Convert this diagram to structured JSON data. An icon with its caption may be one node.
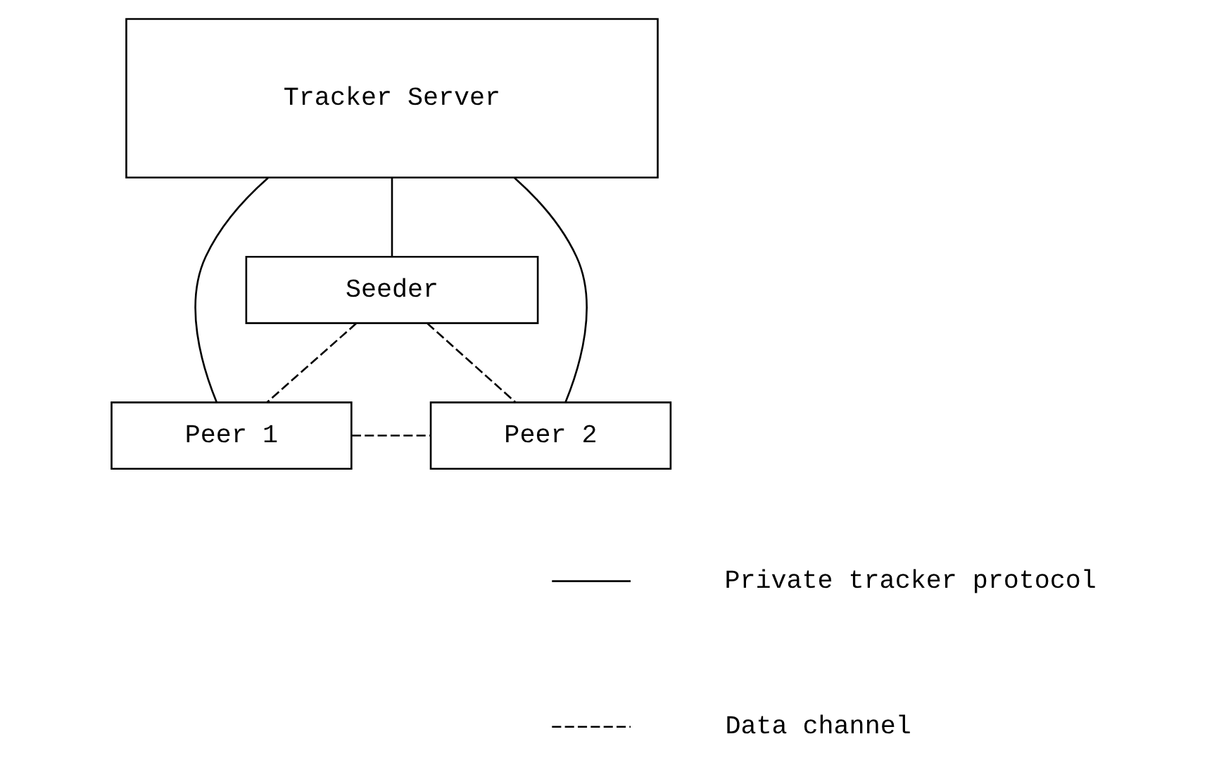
{
  "diagram": {
    "nodes": [
      {
        "text": [
          "Tracker Server"
        ]
      },
      {
        "text": [
          "Seeder"
        ]
      },
      {
        "text": [
          "Peer 1"
        ]
      },
      {
        "text": [
          "Peer 2"
        ]
      }
    ],
    "edges": [
      {
        "from": 0,
        "to": 2,
        "arrow": "none"
      },
      {
        "from": 0,
        "to": 1,
        "arrow": "none"
      },
      {
        "from": 0,
        "to": 3,
        "arrow": "none"
      },
      {
        "from": 1,
        "to": 2,
        "arrow": "none",
        "style": "dashed"
      },
      {
        "from": 1,
        "to": 3,
        "arrow": "none",
        "style": "dashed"
      },
      {
        "from": 2,
        "to": 3,
        "arrow": "none",
        "style": "dashed"
      }
    ],
    "legend": [
      {
        "text": "Private tracker protocol"
      },
      {
        "text": "Data channel"
      }
    ]
  }
}
